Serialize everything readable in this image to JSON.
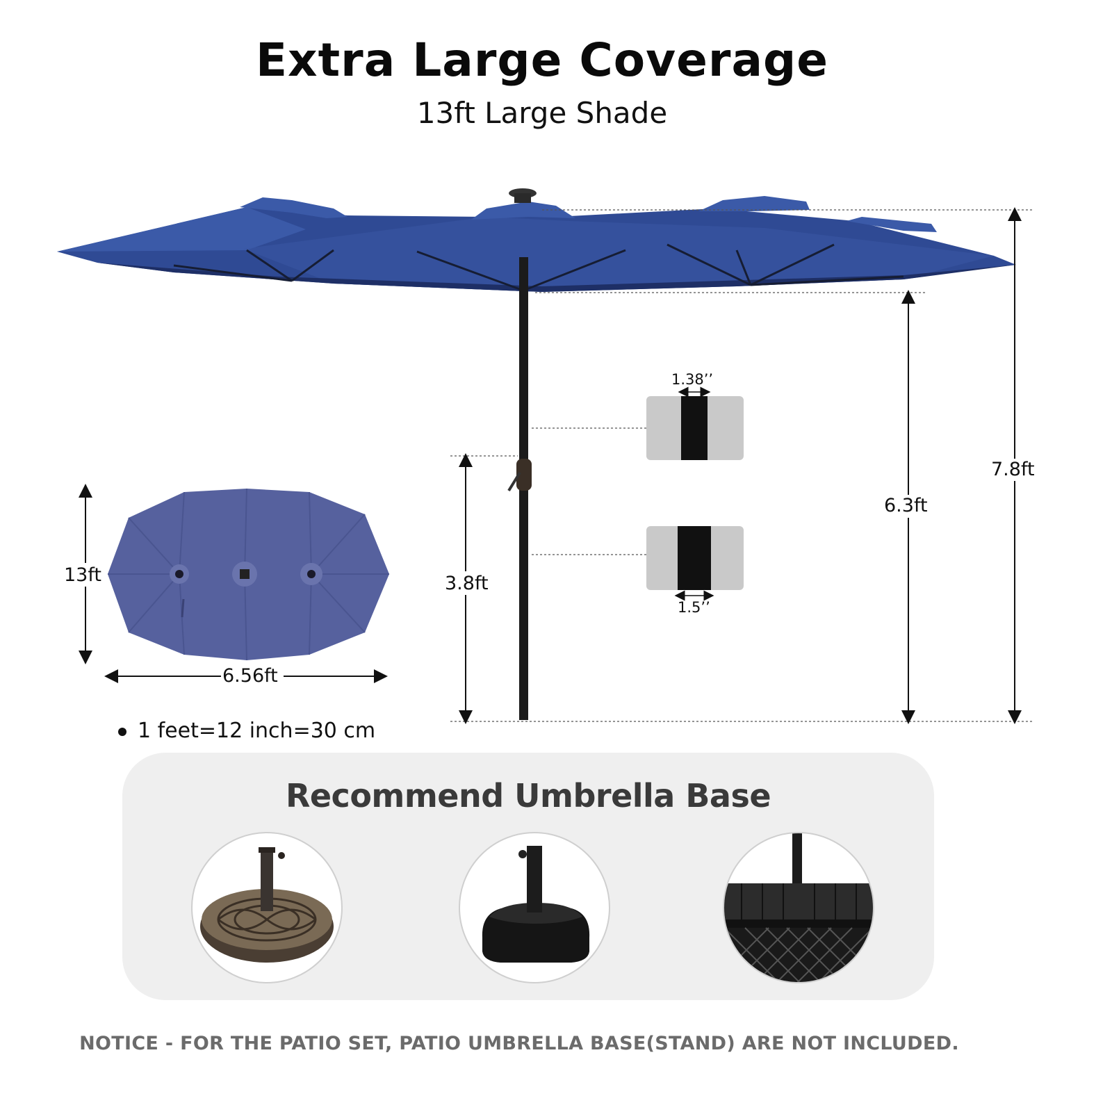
{
  "header": {
    "title": "Extra Large Coverage",
    "subtitle": "13ft Large Shade"
  },
  "dimensions": {
    "total_height": "7.8ft",
    "canopy_clearance": "6.3ft",
    "crank_height": "3.8ft",
    "upper_pole_diameter": "1.38’’",
    "lower_pole_diameter": "1.5’’",
    "top_view_length": "13ft",
    "top_view_width": "6.56ft"
  },
  "conversion_note": "1 feet=12 inch=30 cm",
  "base_section": {
    "title": "Recommend Umbrella Base",
    "items": [
      {
        "name": "round-bronze-base"
      },
      {
        "name": "square-black-base"
      },
      {
        "name": "table-with-umbrella-hole"
      }
    ]
  },
  "notice": "NOTICE - FOR THE PATIO SET, PATIO UMBRELLA BASE(STAND) ARE NOT INCLUDED.",
  "colors": {
    "canopy": "#2f4a94",
    "canopy_top_view": "#56619e",
    "pole": "#1b1b1b",
    "panel": "#efefef",
    "notice_text": "#6b6b6b"
  }
}
